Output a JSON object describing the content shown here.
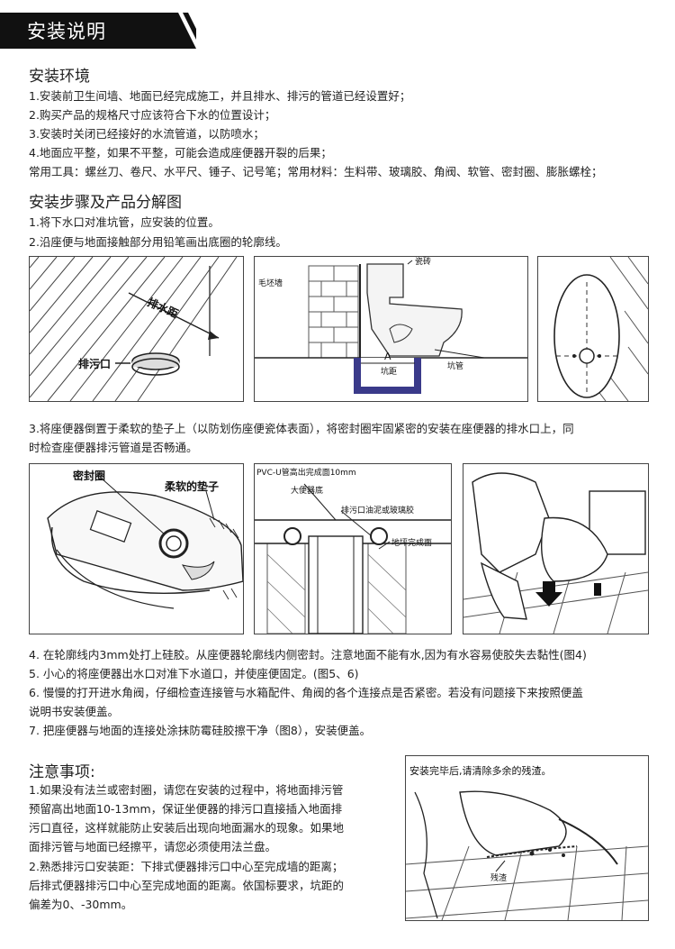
{
  "title": "安装说明",
  "env": {
    "heading": "安装环境",
    "lines": [
      "1.安装前卫生间墙、地面已经完成施工，并且排水、排污的管道已经设置好；",
      "2.购买产品的规格尺寸应该符合下水的位置设计；",
      "3.安装时关闭已经接好的水流管道，以防喷水；",
      "4.地面应平整，如果不平整，可能会造成座便器开裂的后果；",
      "常用工具：螺丝刀、卷尺、水平尺、锤子、记号笔；常用材料：生料带、玻璃胶、角阀、软管、密封圈、膨胀螺栓；"
    ]
  },
  "steps": {
    "heading": "安装步骤及产品分解图",
    "s1": "1.将下水口对准坑管，应安装的位置。",
    "s2": "2.沿座便与地面接触部分用铅笔画出底圈的轮廓线。",
    "s3_l1": "3.将座便器倒置于柔软的垫子上（以防划伤座便瓷体表面），将密封圈牢固紧密的安装在座便器的排水口上，同",
    "s3_l2": "时检查座便器排污管道是否畅通。",
    "s4": "4. 在轮廓线内3mm处打上硅胶。从座便器轮廓线内侧密封。注意地面不能有水,因为有水容易使胶失去黏性(图4)",
    "s5": "5. 小心的将座便器出水口对准下水道口，并使座便固定。(图5、6)",
    "s6_l1": "6. 慢慢的打开进水角阀，仔细检查连接管与水箱配件、角阀的各个连接点是否紧密。若没有问题接下来按照便盖",
    "s6_l2": "说明书安装便盖。",
    "s7": "7. 把座便器与地面的连接处涂抹防霉硅胶擦干净（图8），安装便盖。"
  },
  "figures": {
    "f1": {
      "drain_distance": "排水距",
      "sewage_outlet": "排污口"
    },
    "f2": {
      "wall": "毛坯墙",
      "tile": "瓷砖",
      "a_mark": "A",
      "pit_distance": "坑距",
      "pit_pipe": "坑管"
    },
    "f4": {
      "seal_ring": "密封圈",
      "soft_mat": "柔软的垫子"
    },
    "f5": {
      "pvc_note": "PVC-U管高出完成面10mm",
      "toilet_bottom": "大便器底",
      "putty_note": "排污口油泥或玻璃胶",
      "floor_finish": "地坪完成面"
    },
    "f8": {
      "note": "安装完毕后,请清除多余的残渣。",
      "residue": "残渣"
    }
  },
  "notes": {
    "heading": "注意事项:",
    "n1_lines": [
      "1.如果没有法兰或密封圈，请您在安装的过程中，将地面排污管",
      "预留高出地面10-13mm，保证坐便器的排污口直接插入地面排",
      "污口直径，这样就能防止安装后出现向地面漏水的现象。如果地",
      "面排污管与地面已经擦平，请您必须使用法兰盘。"
    ],
    "n2_lines": [
      "2.熟悉排污口安装距：下排式便器排污口中心至完成墙的距离；",
      "后排式便器排污口中心至完成地面的距离。依国标要求，坑距的",
      "偏差为0、-30mm。"
    ]
  },
  "colors": {
    "banner": "#111111",
    "pipe": "#3a3a8a"
  }
}
